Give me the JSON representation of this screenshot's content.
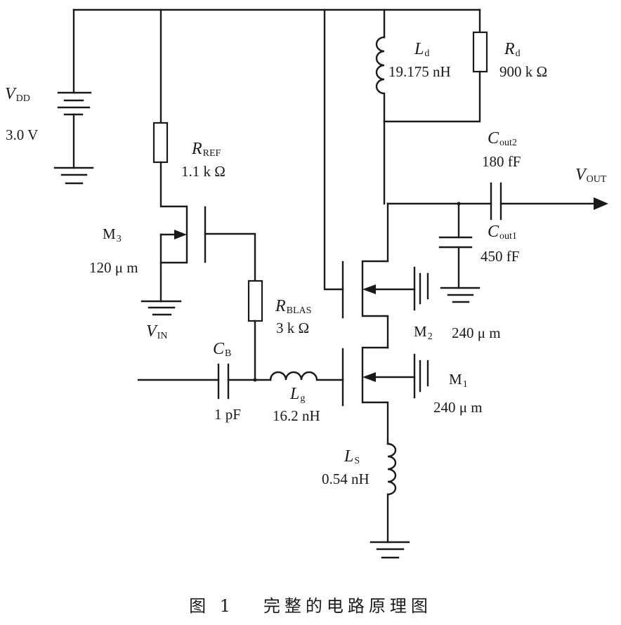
{
  "caption": {
    "number": "图 1",
    "title": "完整的电路原理图"
  },
  "components": {
    "vdd": {
      "symbol": "V",
      "subscript": "DD",
      "value": "3.0  V"
    },
    "rref": {
      "symbol": "R",
      "subscript": "REF",
      "value": "1.1 k Ω"
    },
    "m3": {
      "name": "M",
      "subscript": "3",
      "value": "120  μ m"
    },
    "vin": {
      "symbol": "V",
      "subscript": "IN"
    },
    "rbias": {
      "symbol": "R",
      "subscript": "BLAS",
      "value": "3 k Ω"
    },
    "cb": {
      "symbol": "C",
      "subscript": "B",
      "value": "1 pF"
    },
    "lg": {
      "symbol": "L",
      "subscript": "g",
      "value": "16.2 nH"
    },
    "ld": {
      "symbol": "L",
      "subscript": "d",
      "value": "19.175 nH"
    },
    "rd": {
      "symbol": "R",
      "subscript": "d",
      "value": "900 k Ω"
    },
    "cout2": {
      "symbol": "C",
      "subscript": "out2",
      "value": "180 fF"
    },
    "cout1": {
      "symbol": "C",
      "subscript": "out1",
      "value": "450 fF"
    },
    "vout": {
      "symbol": "V",
      "subscript": "OUT"
    },
    "m2": {
      "name": "M",
      "subscript": "2",
      "value": "240  μ m"
    },
    "m1": {
      "name": "M",
      "subscript": "1",
      "value": "240  μ m"
    },
    "ls": {
      "symbol": "L",
      "subscript": "S",
      "value": "0.54  nH"
    }
  }
}
